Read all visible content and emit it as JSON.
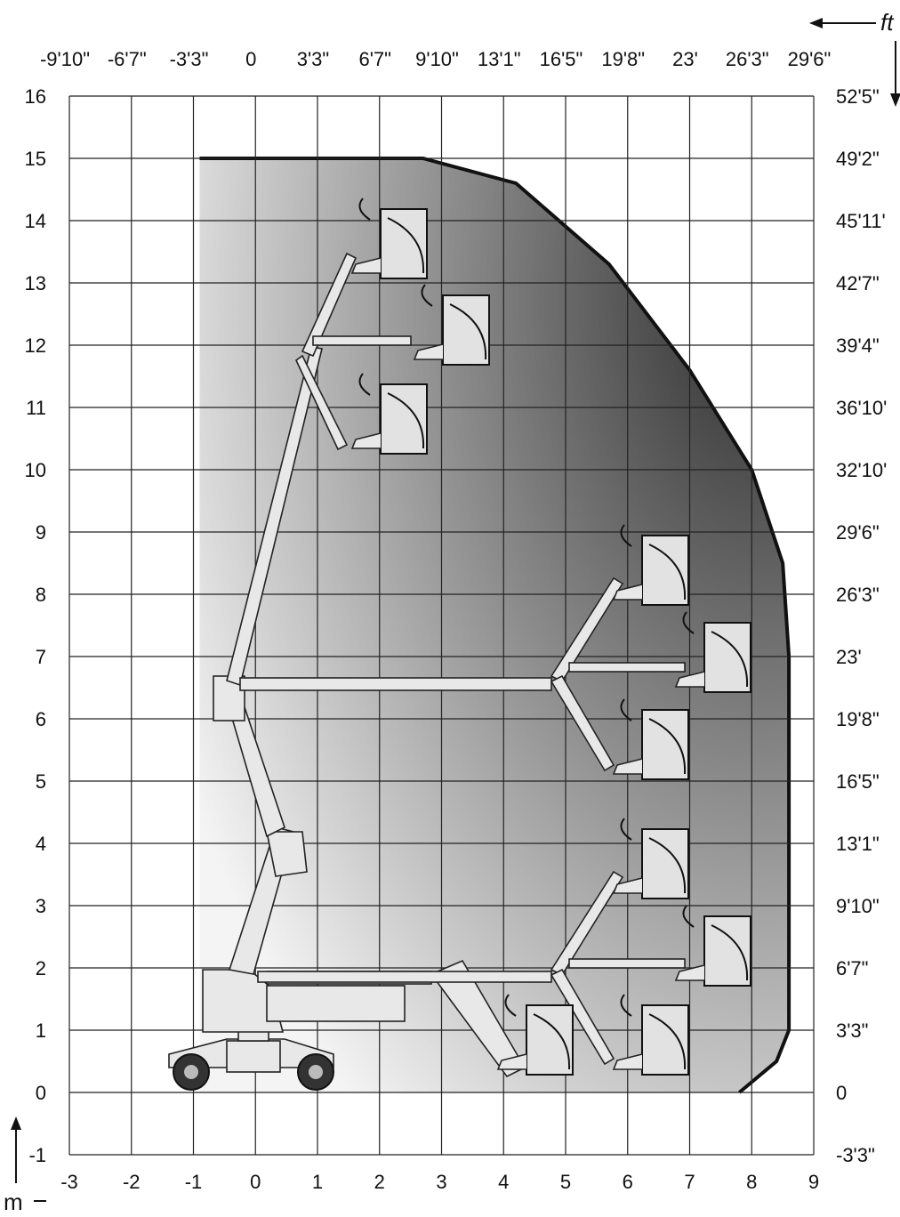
{
  "title": "Working range diagram",
  "units": {
    "metric": "m",
    "imperial": "ft"
  },
  "x_axis_m": [
    "-3",
    "-2",
    "-1",
    "0",
    "1",
    "2",
    "3",
    "4",
    "5",
    "6",
    "7",
    "8",
    "9"
  ],
  "x_axis_ft": [
    "-9'10\"",
    "-6'7\"",
    "-3'3\"",
    "0",
    "3'3\"",
    "6'7\"",
    "9'10\"",
    "13'1\"",
    "16'5\"",
    "19'8\"",
    "23'",
    "26'3\"",
    "29'6\""
  ],
  "y_axis_m": [
    "16",
    "15",
    "14",
    "13",
    "12",
    "11",
    "10",
    "9",
    "8",
    "7",
    "6",
    "5",
    "4",
    "3",
    "2",
    "1",
    "0",
    "-1"
  ],
  "y_axis_ft": [
    "52'5\"",
    "49'2\"",
    "45'11'",
    "42'7\"",
    "39'4\"",
    "36'10'",
    "32'10'",
    "29'6\"",
    "26'3\"",
    "23'",
    "19'8\"",
    "16'5\"",
    "13'1\"",
    "9'10\"",
    "6'7\"",
    "3'3\"",
    "0",
    "-3'3\""
  ],
  "chart_data": {
    "type": "diagram",
    "xlim": [
      -3,
      9
    ],
    "ylim": [
      -1,
      16
    ],
    "grid": true,
    "max_working_height_m": 15,
    "max_outreach_m": 8.6,
    "envelope_m": [
      [
        -0.9,
        0
      ],
      [
        -0.9,
        15
      ],
      [
        2.7,
        15
      ],
      [
        4.2,
        14.6
      ],
      [
        5.7,
        13.3
      ],
      [
        7,
        11.6
      ],
      [
        8,
        10
      ],
      [
        8.5,
        8.5
      ],
      [
        8.6,
        7
      ],
      [
        8.6,
        1
      ],
      [
        8.4,
        0.5
      ],
      [
        7.8,
        0
      ]
    ],
    "colors": {
      "envelope_dark": "#3a3a3a",
      "envelope_light": "#f2f2f2",
      "grid": "#222222"
    }
  }
}
